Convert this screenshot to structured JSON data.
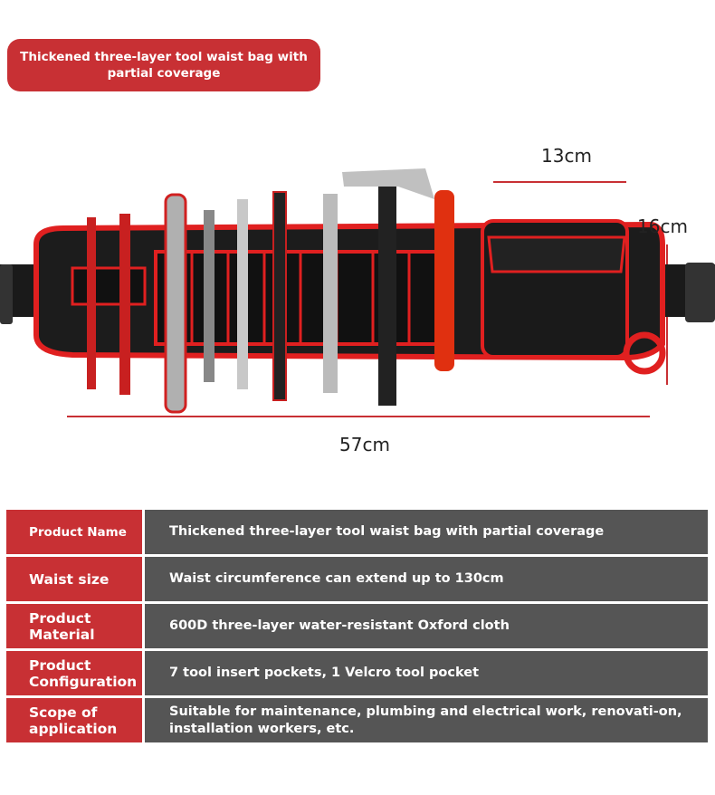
{
  "badge": "Thickened three-layer tool waist bag with partial coverage",
  "dimensions": {
    "width_top": "13cm",
    "height": "16cm",
    "length": "57cm"
  },
  "colors": {
    "accent": "#c83034",
    "value_bg": "#555555"
  },
  "specs": [
    {
      "label": "Product Name",
      "value": "Thickened three-layer tool waist bag with partial coverage"
    },
    {
      "label": "Waist size",
      "value": "Waist circumference can extend up to 130cm"
    },
    {
      "label": "Product Material",
      "value": "600D three-layer water-resistant Oxford cloth"
    },
    {
      "label": "Product Configuration",
      "value": "7 tool insert pockets, 1 Velcro tool pocket"
    },
    {
      "label": "Scope of application",
      "value": "Suitable for maintenance, plumbing and electrical work, renovati-on, installation workers, etc."
    }
  ]
}
